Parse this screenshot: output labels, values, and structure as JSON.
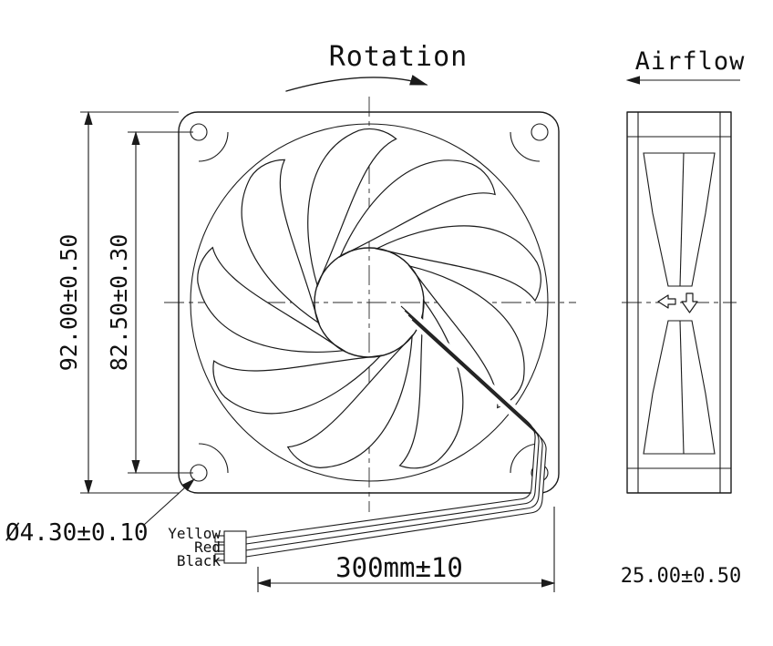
{
  "labels": {
    "rotation": "Rotation",
    "airflow": "Airflow"
  },
  "dimensions": {
    "frame_size": "92.00±0.50",
    "hole_pitch": "82.50±0.30",
    "hole_diameter": "Ø4.30±0.10",
    "lead_length": "300mm±10",
    "thickness": "25.00±0.50"
  },
  "wire_labels": [
    "Yellow",
    "Red",
    "Black"
  ],
  "colors": {
    "line": "#1b1b1b",
    "background": "#ffffff"
  }
}
